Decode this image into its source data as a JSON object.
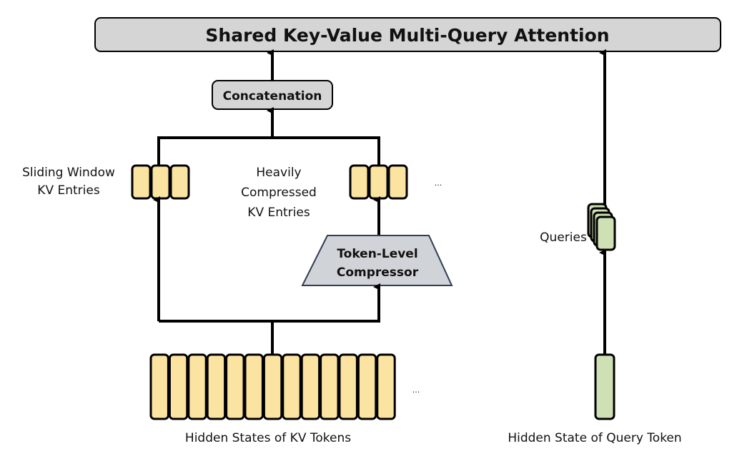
{
  "title": "Shared Key-Value Multi-Query Attention",
  "concatenation": "Concatenation",
  "sliding_window": {
    "line1": "Sliding Window",
    "line2": "KV Entries",
    "cells": 3
  },
  "compressed": {
    "line1": "Heavily",
    "line2": "Compressed",
    "line3": "KV Entries",
    "cells": 3,
    "ellipsis": "..."
  },
  "compressor": {
    "line1": "Token-Level",
    "line2": "Compressor"
  },
  "kv_tokens": {
    "label": "Hidden States of KV Tokens",
    "cells": 13,
    "ellipsis": "..."
  },
  "queries": {
    "label": "Queries",
    "stack": 4
  },
  "query_token": {
    "label": "Hidden State of Query Token"
  },
  "colors": {
    "gray_box": "#d5d5d5",
    "compressor_fill": "#d0d3d8",
    "compressor_stroke": "#2f3d55",
    "kv_fill": "#fbe3a1",
    "query_fill": "#cfe0b4",
    "stroke": "#000000"
  }
}
